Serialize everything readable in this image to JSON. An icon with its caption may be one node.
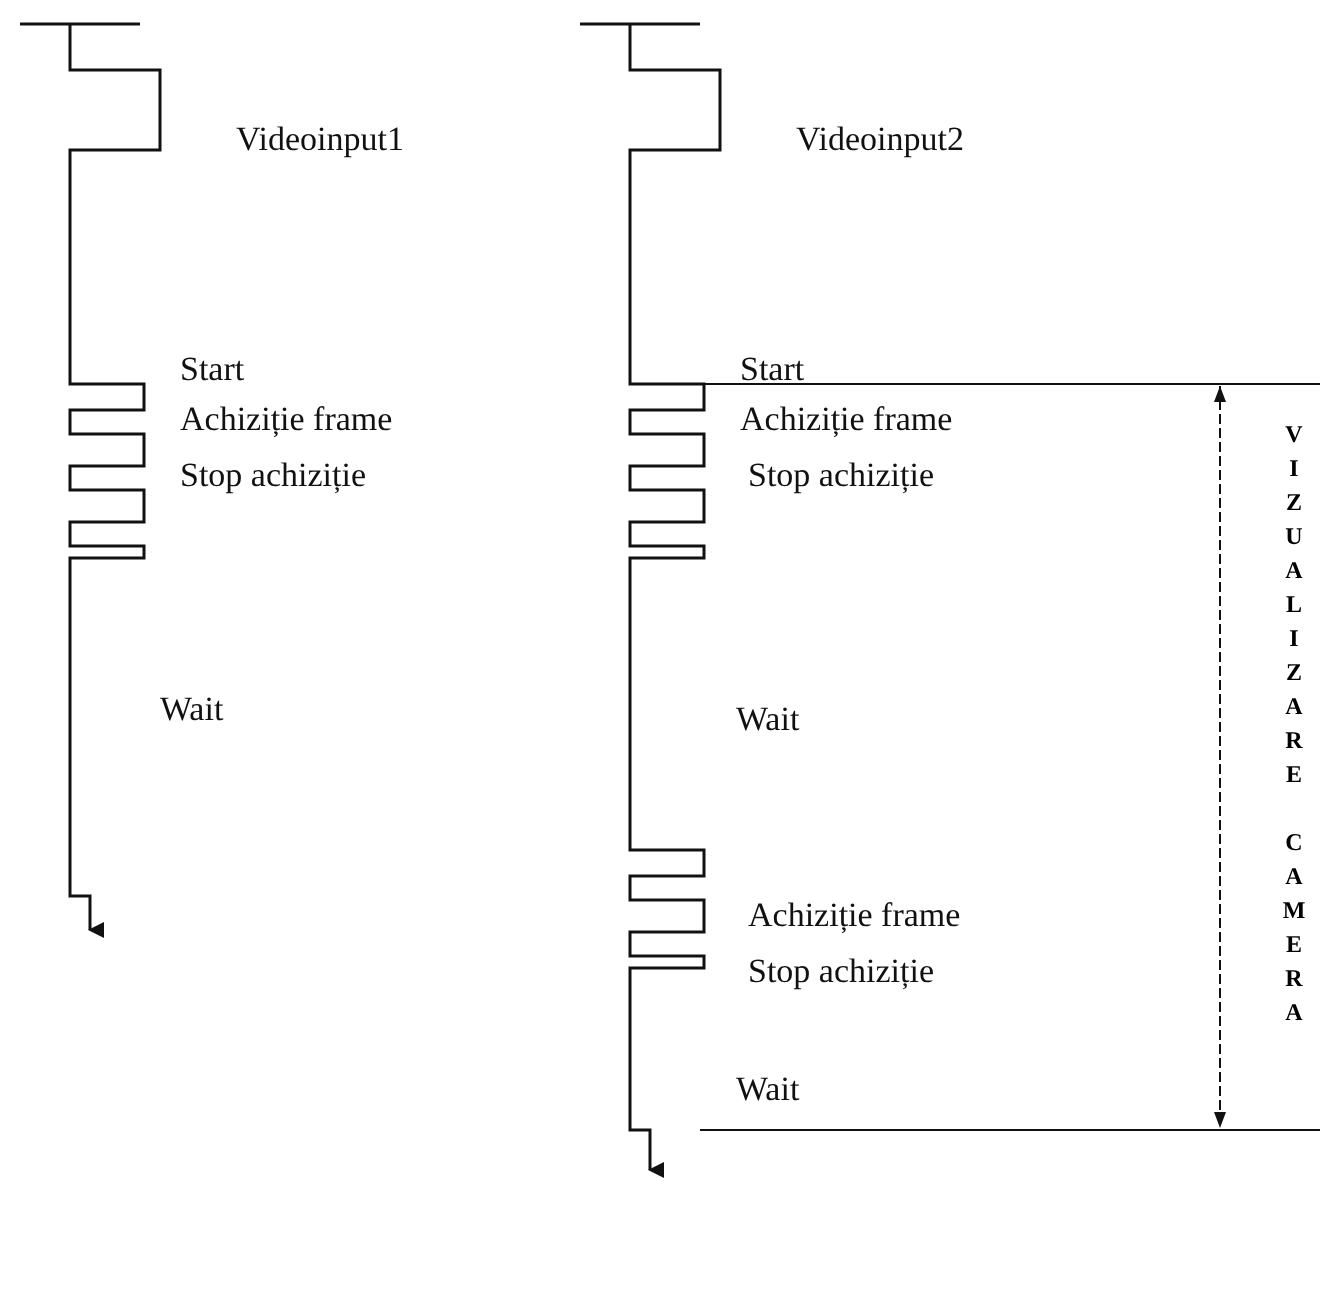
{
  "diagram": {
    "labels": [
      "Videoinput1",
      "Videoinput2",
      "Start",
      "Start",
      "Achiziție frame",
      "Achiziție frame",
      "Stop achiziție",
      "Stop achiziție",
      "Wait",
      "Wait",
      "VIZUALIZARE CAMERA",
      "Achiziție frame",
      "Stop achiziție",
      "Wait"
    ]
  }
}
